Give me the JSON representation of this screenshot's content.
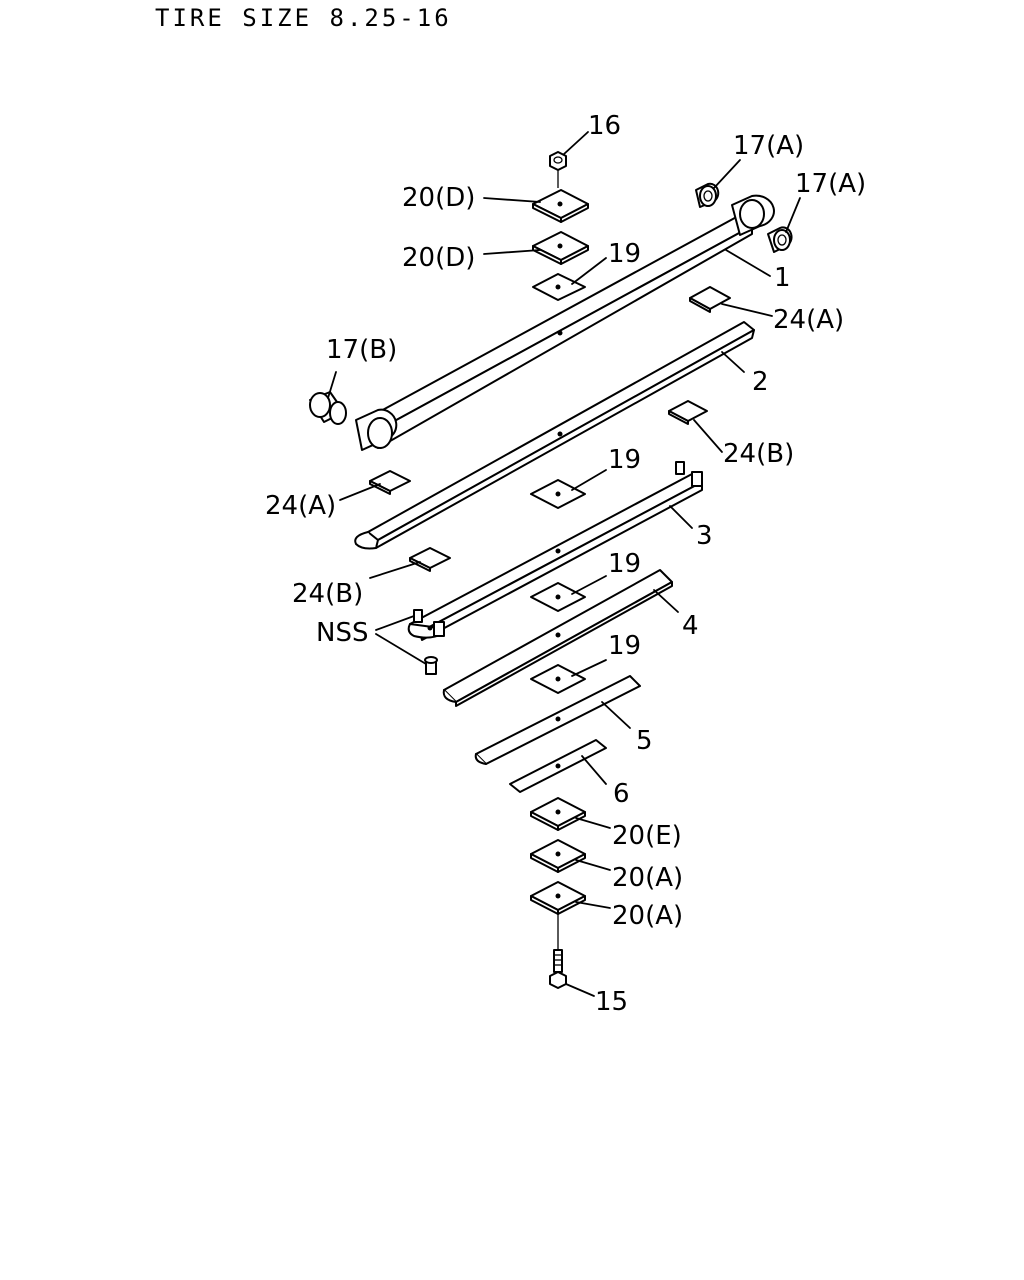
{
  "header": {
    "title": "TIRE SIZE 8.25-16"
  },
  "callouts": [
    {
      "id": "c16",
      "label": "16"
    },
    {
      "id": "c17a1",
      "label": "17(A)"
    },
    {
      "id": "c17a2",
      "label": "17(A)"
    },
    {
      "id": "c20d1",
      "label": "20(D)"
    },
    {
      "id": "c20d2",
      "label": "20(D)"
    },
    {
      "id": "c19a",
      "label": "19"
    },
    {
      "id": "c1",
      "label": "1"
    },
    {
      "id": "c24a1",
      "label": "24(A)"
    },
    {
      "id": "c17b",
      "label": "17(B)"
    },
    {
      "id": "c2",
      "label": "2"
    },
    {
      "id": "c24b1",
      "label": "24(B)"
    },
    {
      "id": "c19b",
      "label": "19"
    },
    {
      "id": "c24a2",
      "label": "24(A)"
    },
    {
      "id": "c3",
      "label": "3"
    },
    {
      "id": "c19c",
      "label": "19"
    },
    {
      "id": "c24b2",
      "label": "24(B)"
    },
    {
      "id": "cnss",
      "label": "NSS"
    },
    {
      "id": "c4",
      "label": "4"
    },
    {
      "id": "c19d",
      "label": "19"
    },
    {
      "id": "c5",
      "label": "5"
    },
    {
      "id": "c6",
      "label": "6"
    },
    {
      "id": "c20e",
      "label": "20(E)"
    },
    {
      "id": "c20a1",
      "label": "20(A)"
    },
    {
      "id": "c20a2",
      "label": "20(A)"
    },
    {
      "id": "c15",
      "label": "15"
    }
  ]
}
